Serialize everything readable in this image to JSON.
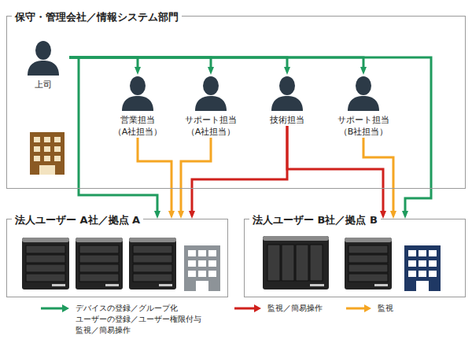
{
  "diagram": {
    "nodes": [
      {
        "text": [
          "保守・管理会社／情報システム部門"
        ]
      },
      {
        "text": [
          "上司"
        ],
        "in": 0
      },
      {
        "text": [
          "営業担当",
          "（A社担当）"
        ],
        "in": 0
      },
      {
        "text": [
          "サポート担当",
          "（A社担当）"
        ],
        "in": 0
      },
      {
        "text": [
          "技術担当"
        ],
        "in": 0
      },
      {
        "text": [
          "サポート担当",
          "（B社担当）"
        ],
        "in": 0
      },
      {
        "text": [
          "法人ユーザー A社／拠点 A"
        ]
      },
      {
        "text": [
          "法人ユーザー B社／拠点 B"
        ]
      }
    ],
    "edges": [
      {
        "from": 1,
        "to": 2,
        "arrow": "to"
      },
      {
        "from": 1,
        "to": 3,
        "arrow": "to"
      },
      {
        "from": 1,
        "to": 4,
        "arrow": "to"
      },
      {
        "from": 1,
        "to": 5,
        "arrow": "to"
      },
      {
        "from": 1,
        "to": 6,
        "arrow": "to"
      },
      {
        "from": 1,
        "to": 7,
        "arrow": "to"
      },
      {
        "from": 2,
        "to": 6,
        "arrow": "to"
      },
      {
        "from": 3,
        "to": 6,
        "arrow": "to"
      },
      {
        "from": 5,
        "to": 7,
        "arrow": "to"
      },
      {
        "from": 4,
        "to": 6,
        "arrow": "to"
      },
      {
        "from": 4,
        "to": 7,
        "arrow": "to"
      }
    ],
    "legend": [
      {
        "text": "デバイスの登録／グループ化 ユーザーの登録／ユーザー権限付与 監視／簡易操作",
        "color": "#1f9b5e"
      },
      {
        "text": "監視／簡易操作",
        "color": "#d0211c"
      },
      {
        "text": "監視",
        "color": "#f5a623"
      }
    ]
  }
}
